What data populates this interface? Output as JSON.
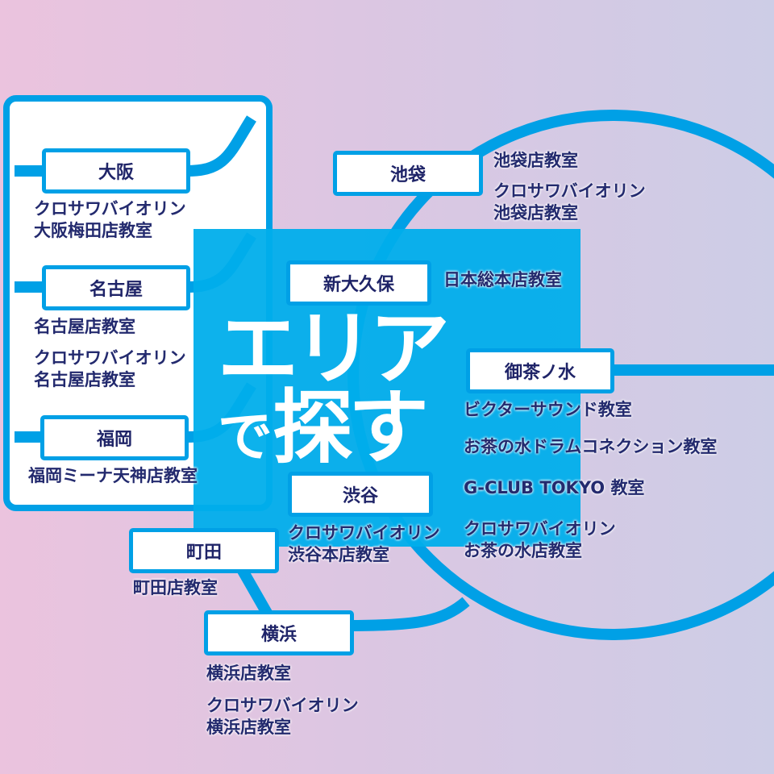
{
  "colors": {
    "line": "#00a0e6",
    "overlay": "#00aeeb",
    "text": "#232a6e"
  },
  "stations": {
    "osaka": {
      "name": "大阪",
      "shops": [
        "クロサワバイオリン\n大阪梅田店教室"
      ]
    },
    "nagoya": {
      "name": "名古屋",
      "shops": [
        "名古屋店教室",
        "クロサワバイオリン\n名古屋店教室"
      ]
    },
    "fukuoka": {
      "name": "福岡",
      "shops": [
        "福岡ミーナ天神店教室"
      ]
    },
    "ikebukuro": {
      "name": "池袋",
      "shops": [
        "池袋店教室",
        "クロサワバイオリン\n池袋店教室"
      ]
    },
    "shinokubo": {
      "name": "新大久保",
      "shops": [
        "日本総本店教室"
      ]
    },
    "ochanomizu": {
      "name": "御茶ノ水",
      "shops": [
        "ビクターサウンド教室",
        "お茶の水ドラムコネクション教室",
        "G-CLUB TOKYO 教室",
        "クロサワバイオリン\nお茶の水店教室"
      ]
    },
    "shibuya": {
      "name": "渋谷",
      "shops": [
        "クロサワバイオリン\n渋谷本店教室"
      ]
    },
    "machida": {
      "name": "町田",
      "shops": [
        "町田店教室"
      ]
    },
    "yokohama": {
      "name": "横浜",
      "shops": [
        "横浜店教室",
        "クロサワバイオリン\n横浜店教室"
      ]
    }
  },
  "banner": {
    "line1": "エリア",
    "line2a": "で",
    "line2b": "探す"
  }
}
